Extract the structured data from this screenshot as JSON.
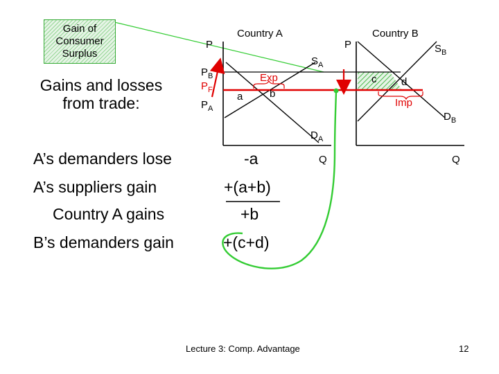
{
  "callout": {
    "line1": "Gain of",
    "line2": "Consumer",
    "line3": "Surplus"
  },
  "left_title": {
    "line1": "Gains and losses",
    "line2": "from trade:"
  },
  "price_labels": {
    "p": "P",
    "b_sub": "B",
    "f_main": "P",
    "f_sub": "F",
    "a_sub": "A"
  },
  "country_a": {
    "title": "Country A",
    "p_axis": "P",
    "q_axis": "Q",
    "supply": "S",
    "supply_sub": "A",
    "demand": "D",
    "demand_sub": "A",
    "area_a": "a",
    "area_b": "b",
    "exports": "Exp"
  },
  "country_b": {
    "title": "Country B",
    "p_axis": "P",
    "q_axis": "Q",
    "supply": "S",
    "supply_sub": "B",
    "demand": "D",
    "demand_sub": "B",
    "area_c": "c",
    "area_d": "d",
    "imports": "Imp"
  },
  "summary": [
    {
      "label": "A’s demanders lose",
      "value": "-a"
    },
    {
      "label": "A’s suppliers gain",
      "value": "+(a+b)"
    },
    {
      "label": "Country A gains",
      "value": "+b"
    },
    {
      "label": "B’s demanders gain",
      "value": "+(c+d)"
    }
  ],
  "footer": {
    "course": "Lecture 3:  Comp. Advantage",
    "page": "12"
  },
  "colors": {
    "world_price": "#e00000",
    "highlight": "#33cc33"
  }
}
